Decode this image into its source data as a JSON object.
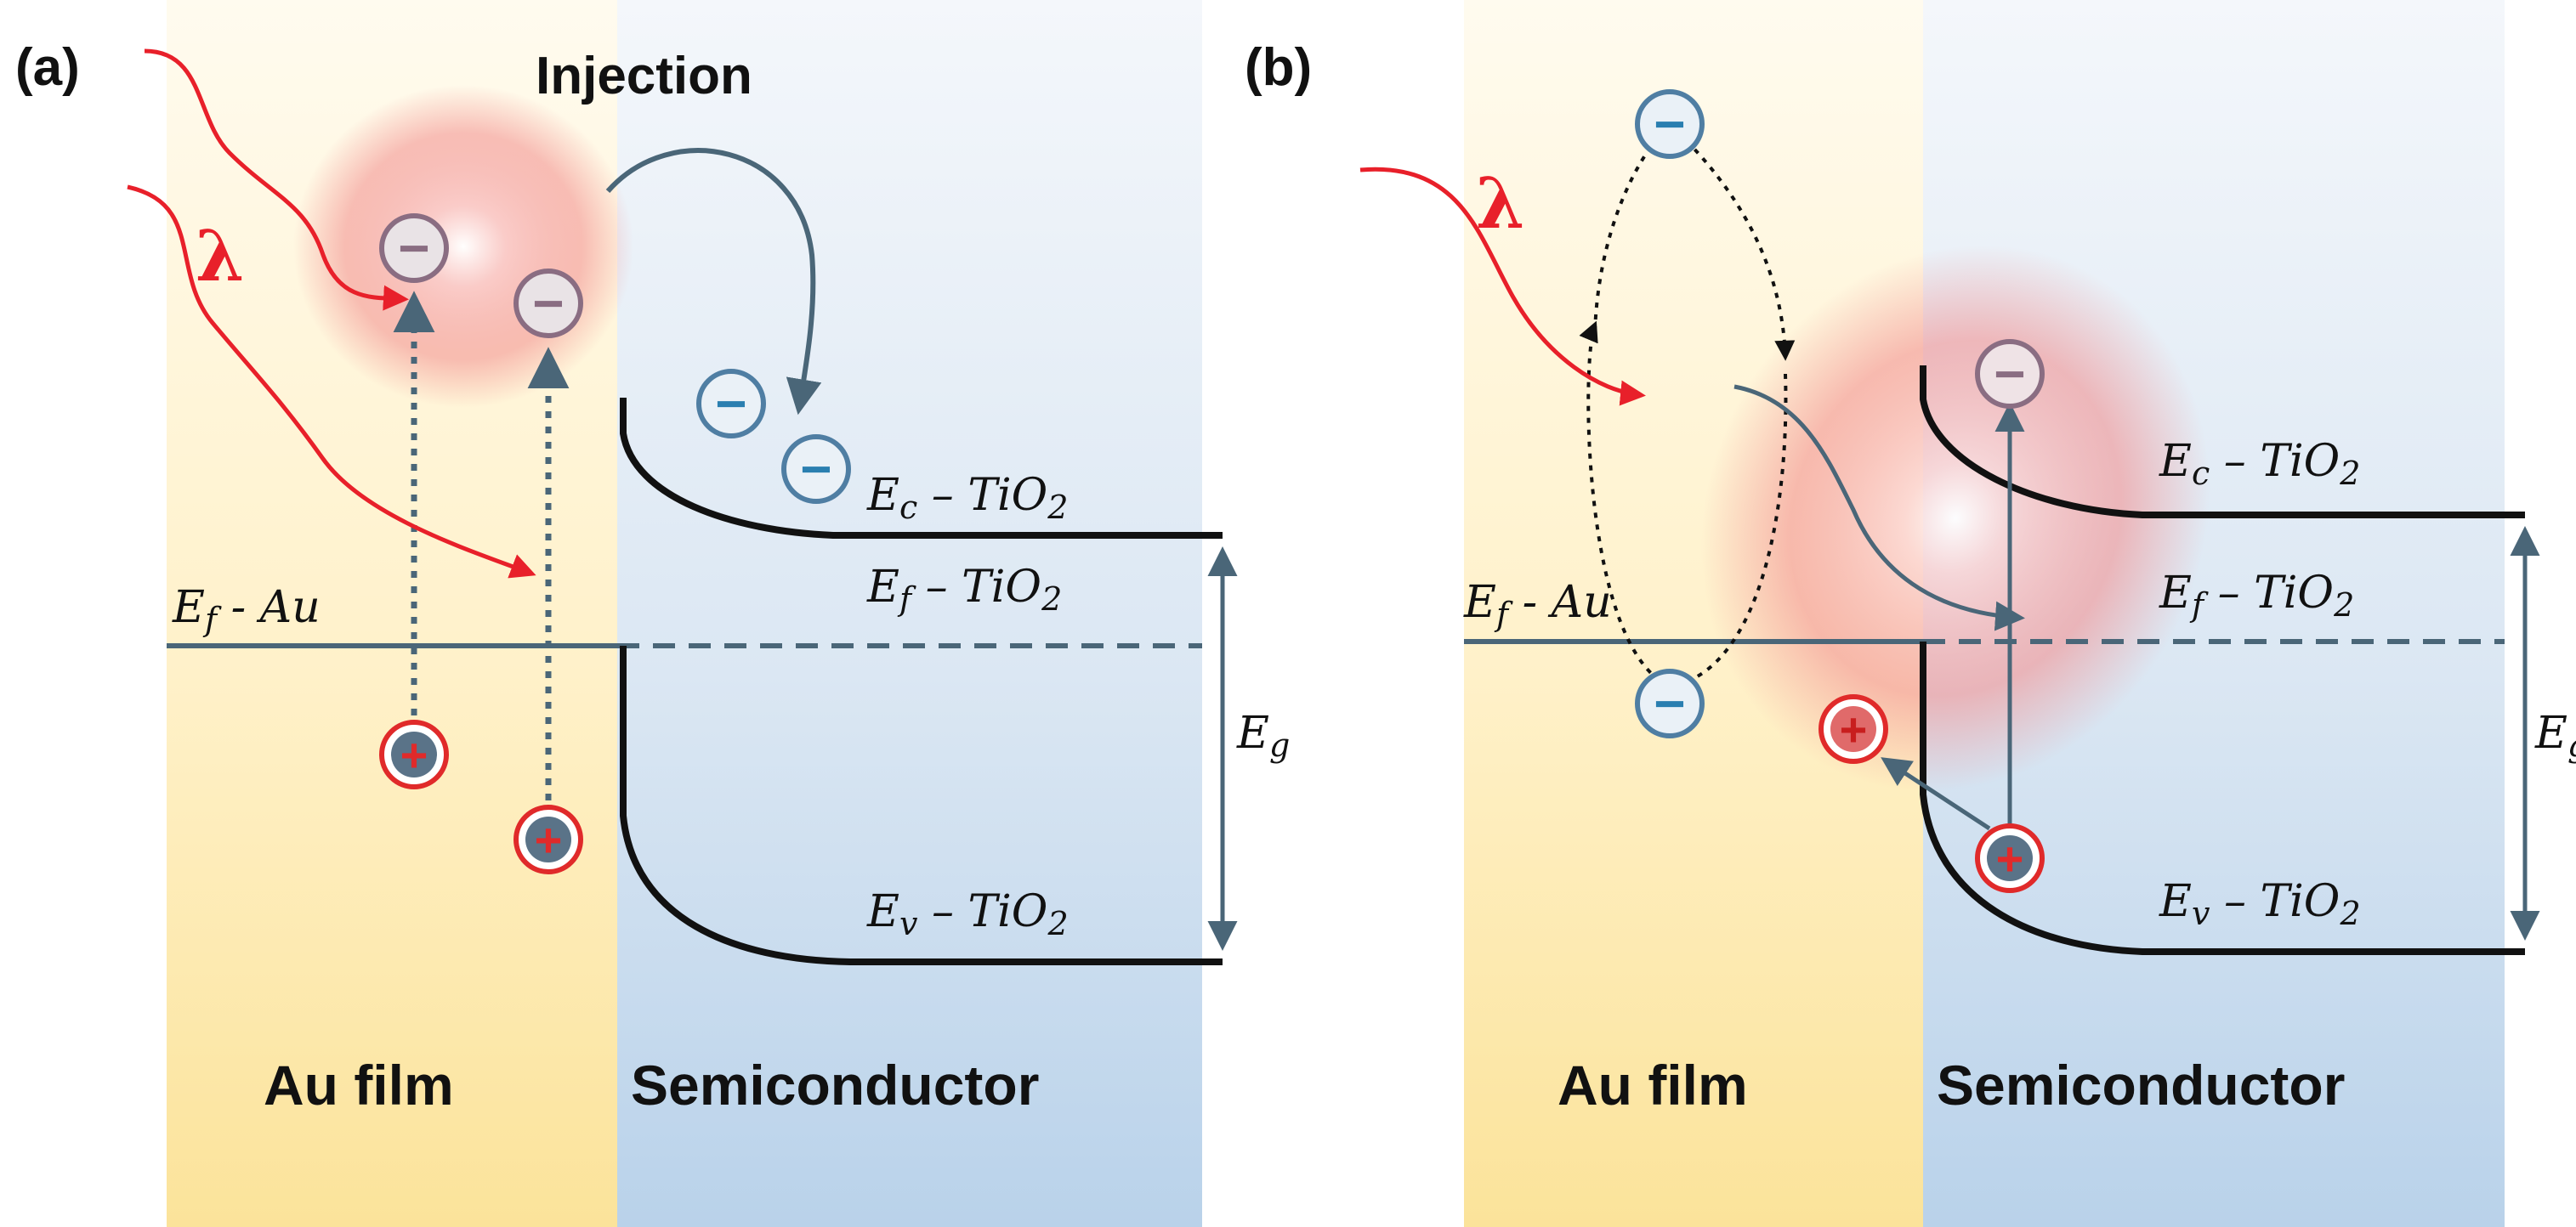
{
  "panels": [
    {
      "id": "a",
      "label": "(a)",
      "injection_label": "Injection",
      "lambda": "λ",
      "left_region": "Au film",
      "right_region": "Semiconductor",
      "ef_au": {
        "main": "E",
        "sub": "f",
        "rest": " - Au"
      },
      "ec": {
        "main": "E",
        "sub": "c",
        "rest": " – TiO",
        "sub2": "2"
      },
      "ef": {
        "main": "E",
        "sub": "f",
        "rest": " – TiO",
        "sub2": "2"
      },
      "ev": {
        "main": "E",
        "sub": "v",
        "rest": " – TiO",
        "sub2": "2"
      },
      "eg": {
        "main": "E",
        "sub": "g"
      }
    },
    {
      "id": "b",
      "label": "(b)",
      "lambda": "λ",
      "left_region": "Au film",
      "right_region": "Semiconductor",
      "ef_au": {
        "main": "E",
        "sub": "f",
        "rest": " - Au"
      },
      "ec": {
        "main": "E",
        "sub": "c",
        "rest": " – TiO",
        "sub2": "2"
      },
      "ef": {
        "main": "E",
        "sub": "f",
        "rest": " – TiO",
        "sub2": "2"
      },
      "ev": {
        "main": "E",
        "sub": "v",
        "rest": " – TiO",
        "sub2": "2"
      },
      "eg": {
        "main": "E",
        "sub": "g"
      }
    }
  ],
  "glyphs": {
    "minus": "−",
    "plus": "+"
  },
  "colors": {
    "gold_top": "#fffbef",
    "gold_bottom": "#fbe39a",
    "blue_top": "#f4f7fb",
    "blue_bottom": "#b9d2ea",
    "arrow_slate": "#4a6678",
    "light_red": "#e8202a",
    "fermi_line": "#4a6678",
    "electron_ring": "#4f7ea3",
    "hot_electron_ring": "#8a6d82",
    "hole_ring": "#e02a2a",
    "hole_fill": "#5a7388"
  }
}
